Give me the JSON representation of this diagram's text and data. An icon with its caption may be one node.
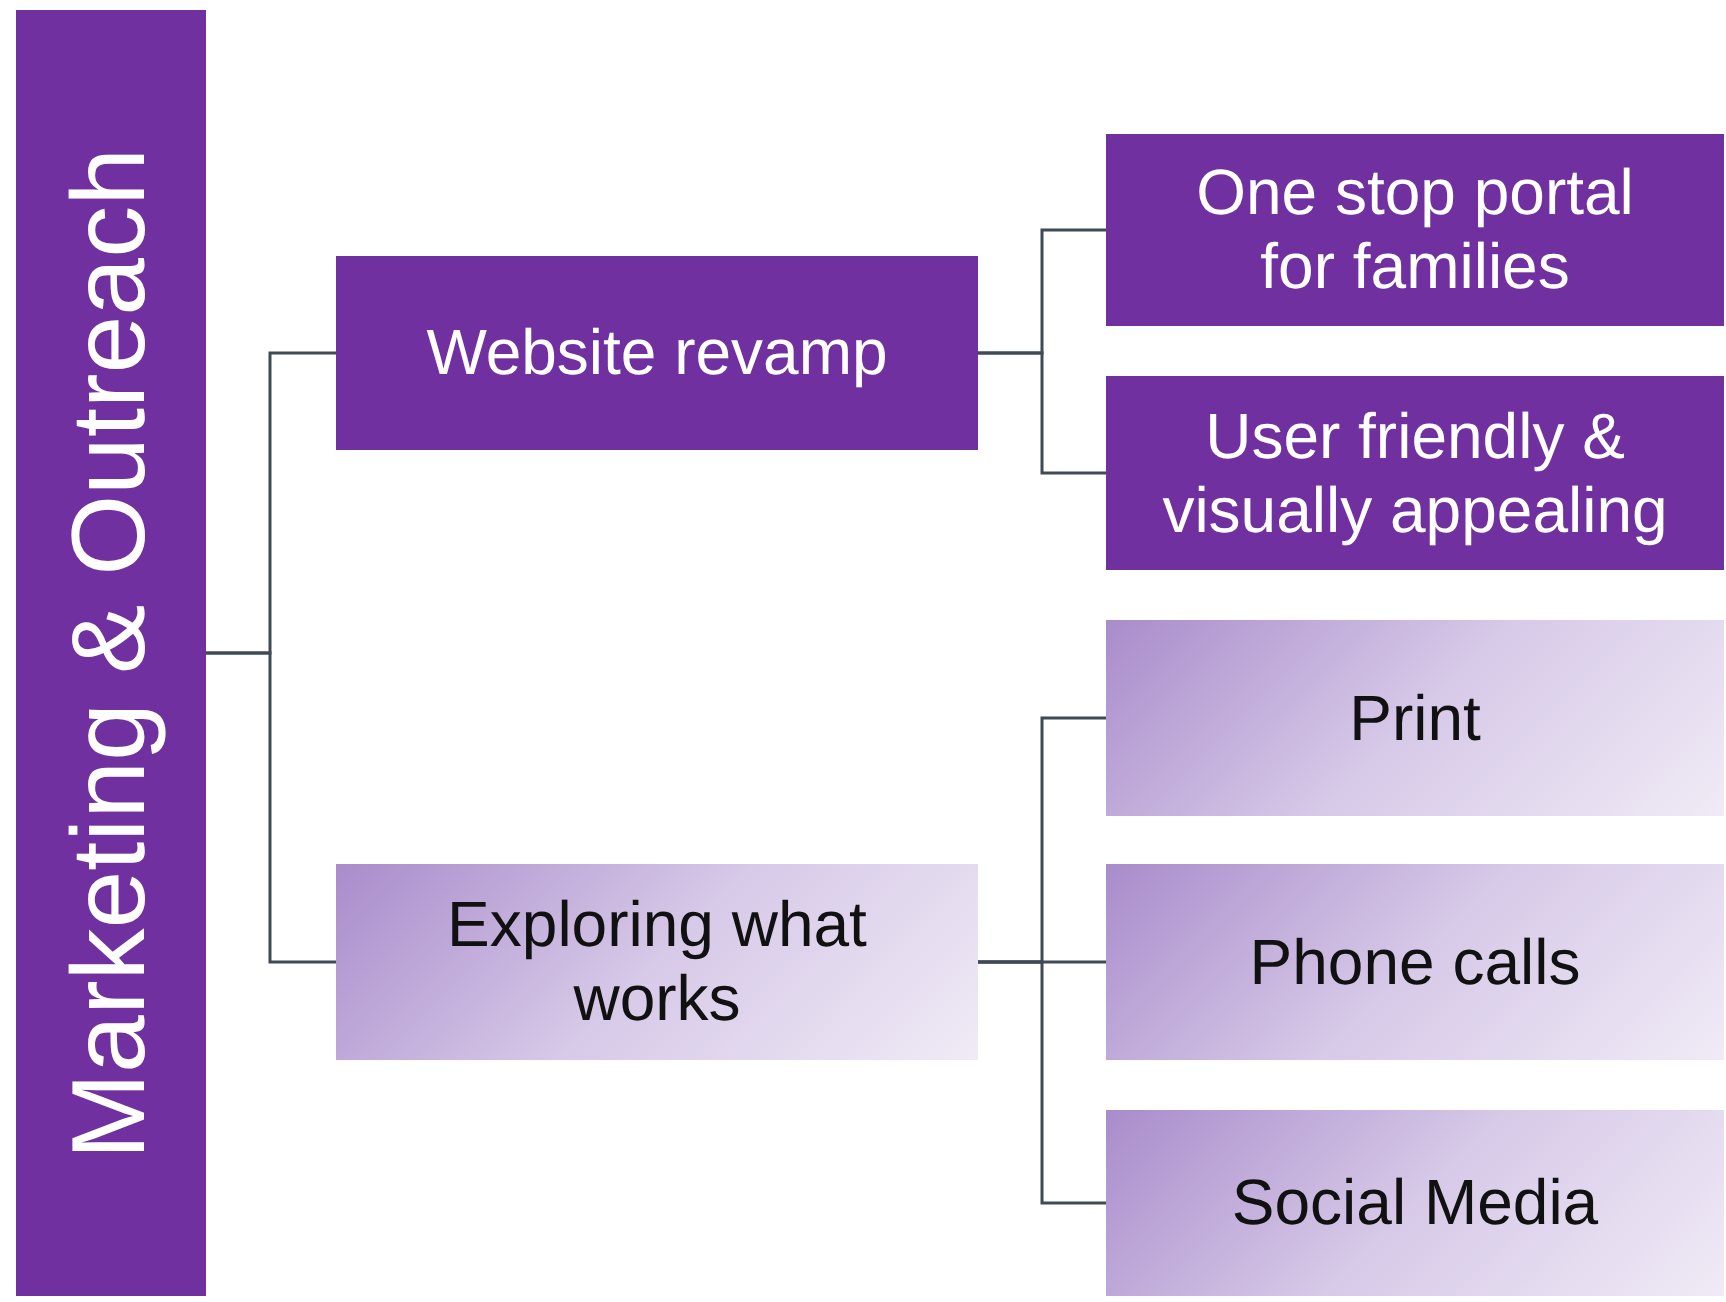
{
  "diagram": {
    "nodes": [
      {
        "text": [
          "Marketing & Outreach"
        ]
      },
      {
        "text": [
          "Website revamp"
        ]
      },
      {
        "text": [
          "One stop portal for families"
        ]
      },
      {
        "text": [
          "User friendly & visually appealing"
        ]
      },
      {
        "text": [
          "Exploring what works"
        ]
      },
      {
        "text": [
          "Print"
        ]
      },
      {
        "text": [
          "Phone calls"
        ]
      },
      {
        "text": [
          "Social Media"
        ]
      }
    ],
    "edges": [
      {
        "from": 0,
        "to": 1,
        "arrow": "none"
      },
      {
        "from": 0,
        "to": 4,
        "arrow": "none"
      },
      {
        "from": 1,
        "to": 2,
        "arrow": "none"
      },
      {
        "from": 1,
        "to": 3,
        "arrow": "none"
      },
      {
        "from": 4,
        "to": 5,
        "arrow": "none"
      },
      {
        "from": 4,
        "to": 6,
        "arrow": "none"
      },
      {
        "from": 4,
        "to": 7,
        "arrow": "none"
      }
    ]
  }
}
